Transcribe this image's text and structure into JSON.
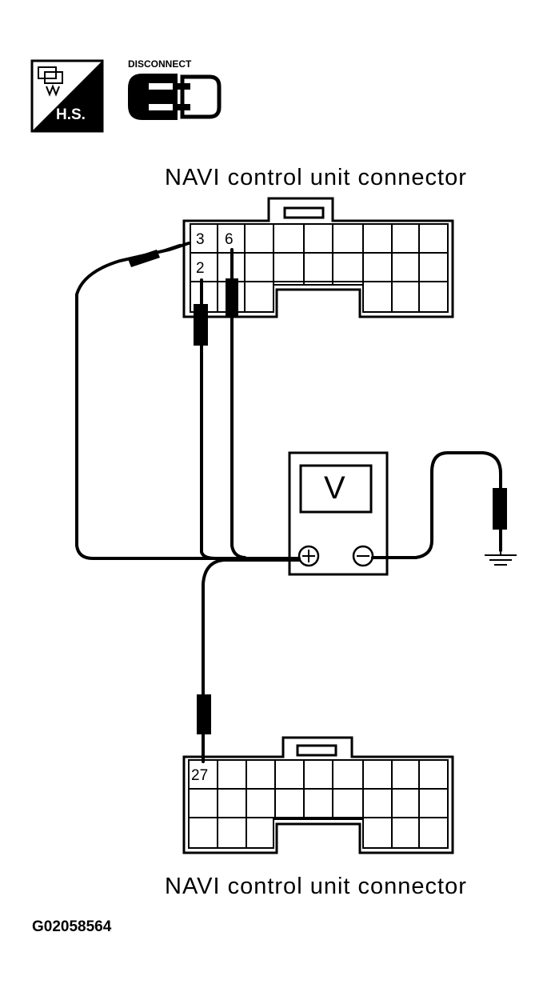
{
  "diagram": {
    "connector_top_title": "NAVI control unit connector",
    "connector_bottom_title": "NAVI control unit connector",
    "figure_id": "G02058564",
    "disconnect_label": "DISCONNECT",
    "hs_label": "H.S.",
    "meter_label": "V",
    "pins": {
      "top_3": "3",
      "top_6": "6",
      "top_2": "2",
      "bottom_27": "27"
    },
    "meter_terminals": {
      "positive": "⊕",
      "negative": "⊖"
    }
  }
}
